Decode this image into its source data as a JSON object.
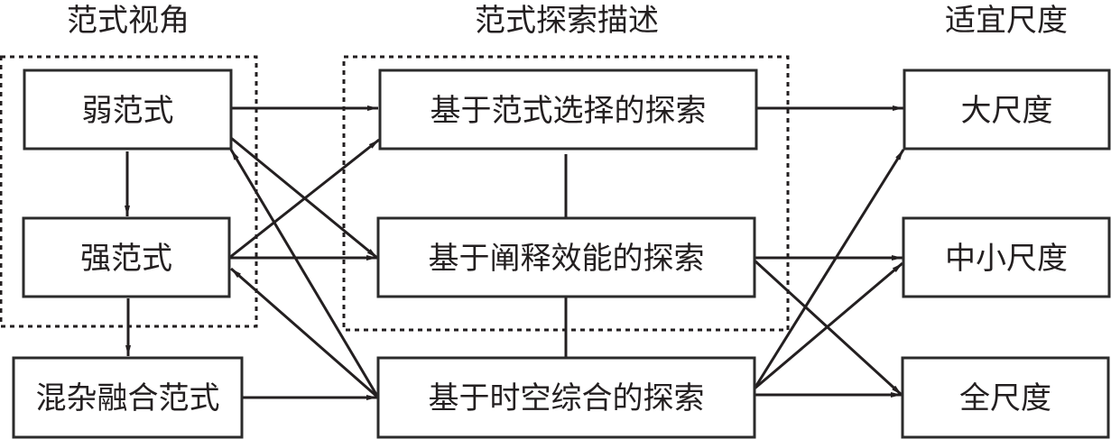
{
  "columns": [
    {
      "id": "perspective",
      "title": "范式视角"
    },
    {
      "id": "exploration",
      "title": "范式探索描述"
    },
    {
      "id": "scale",
      "title": "适宜尺度"
    }
  ],
  "nodes": [
    {
      "id": "weak",
      "label": "弱范式",
      "column": "perspective"
    },
    {
      "id": "strong",
      "label": "强范式",
      "column": "perspective"
    },
    {
      "id": "hybrid",
      "label": "混杂融合范式",
      "column": "perspective"
    },
    {
      "id": "select",
      "label": "基于范式选择的探索",
      "column": "exploration"
    },
    {
      "id": "explain",
      "label": "基于阐释效能的探索",
      "column": "exploration"
    },
    {
      "id": "spatiotemporal",
      "label": "基于时空综合的探索",
      "column": "exploration"
    },
    {
      "id": "large",
      "label": "大尺度",
      "column": "scale"
    },
    {
      "id": "medium_small",
      "label": "中小尺度",
      "column": "scale"
    },
    {
      "id": "full",
      "label": "全尺度",
      "column": "scale"
    }
  ],
  "groups": [
    {
      "id": "perspective-group",
      "members": [
        "weak",
        "strong"
      ],
      "style": "dotted"
    },
    {
      "id": "exploration-group",
      "members": [
        "select",
        "explain"
      ],
      "style": "dotted"
    }
  ],
  "edges": [
    {
      "from": "weak",
      "to": "strong",
      "type": "arrow"
    },
    {
      "from": "strong",
      "to": "hybrid",
      "type": "arrow"
    },
    {
      "from": "weak",
      "to": "select",
      "type": "arrow"
    },
    {
      "from": "weak",
      "to": "explain",
      "type": "arrow"
    },
    {
      "from": "strong",
      "to": "select",
      "type": "arrow"
    },
    {
      "from": "strong",
      "to": "explain",
      "type": "arrow"
    },
    {
      "from": "spatiotemporal",
      "to": "weak",
      "type": "arrow"
    },
    {
      "from": "spatiotemporal",
      "to": "strong",
      "type": "arrow"
    },
    {
      "from": "hybrid",
      "to": "spatiotemporal",
      "type": "arrow"
    },
    {
      "from": "select",
      "to": "explain",
      "type": "line"
    },
    {
      "from": "explain",
      "to": "spatiotemporal",
      "type": "line"
    },
    {
      "from": "select",
      "to": "large",
      "type": "arrow"
    },
    {
      "from": "explain",
      "to": "medium_small",
      "type": "arrow"
    },
    {
      "from": "explain",
      "to": "full",
      "type": "arrow"
    },
    {
      "from": "spatiotemporal",
      "to": "large",
      "type": "arrow"
    },
    {
      "from": "spatiotemporal",
      "to": "medium_small",
      "type": "arrow"
    },
    {
      "from": "spatiotemporal",
      "to": "full",
      "type": "arrow"
    }
  ]
}
